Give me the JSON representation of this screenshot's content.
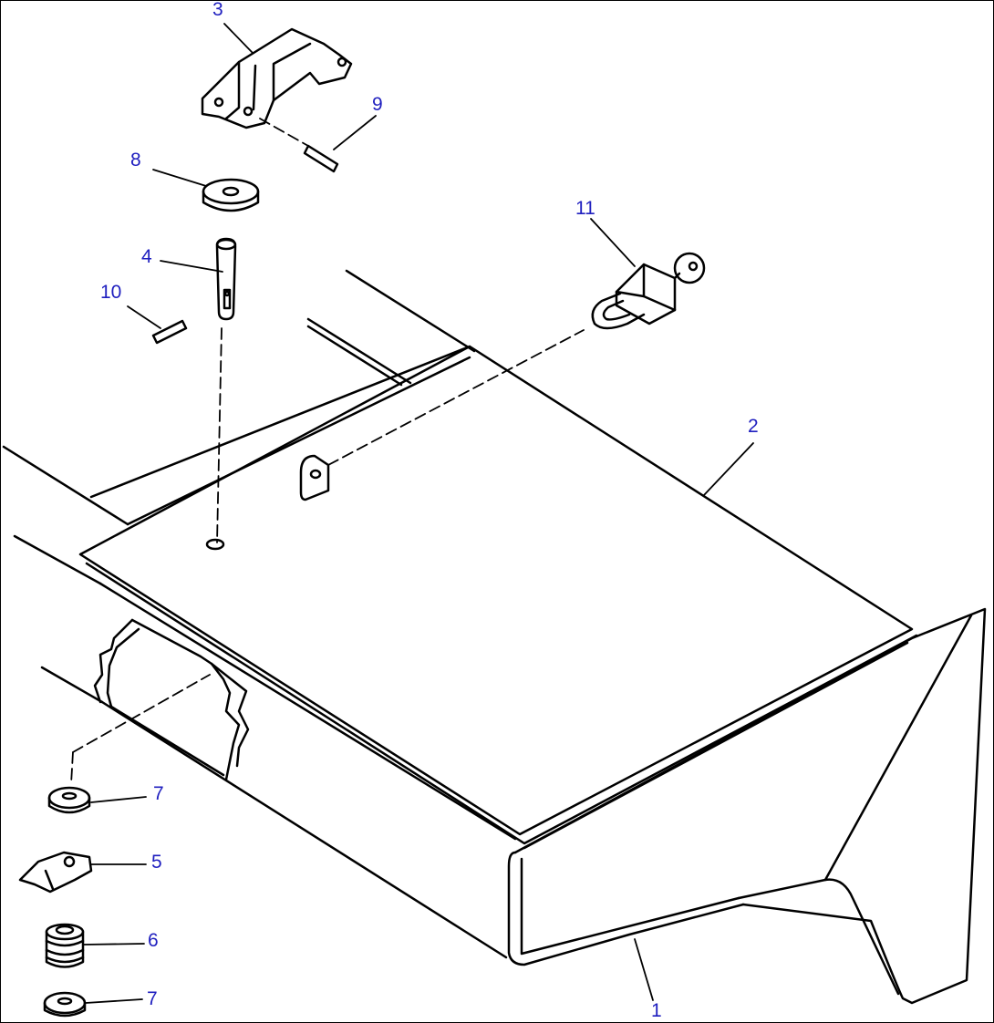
{
  "callouts": [
    {
      "id": "n1",
      "label": "1"
    },
    {
      "id": "n2",
      "label": "2"
    },
    {
      "id": "n3",
      "label": "3"
    },
    {
      "id": "n4",
      "label": "4"
    },
    {
      "id": "n5",
      "label": "5"
    },
    {
      "id": "n6",
      "label": "6"
    },
    {
      "id": "n7a",
      "label": "7"
    },
    {
      "id": "n7b",
      "label": "7"
    },
    {
      "id": "n8",
      "label": "8"
    },
    {
      "id": "n9",
      "label": "9"
    },
    {
      "id": "n10",
      "label": "10"
    },
    {
      "id": "n11",
      "label": "11"
    }
  ],
  "colors": {
    "callout_text": "#1f1fbf",
    "line": "#000000",
    "background": "#ffffff"
  }
}
